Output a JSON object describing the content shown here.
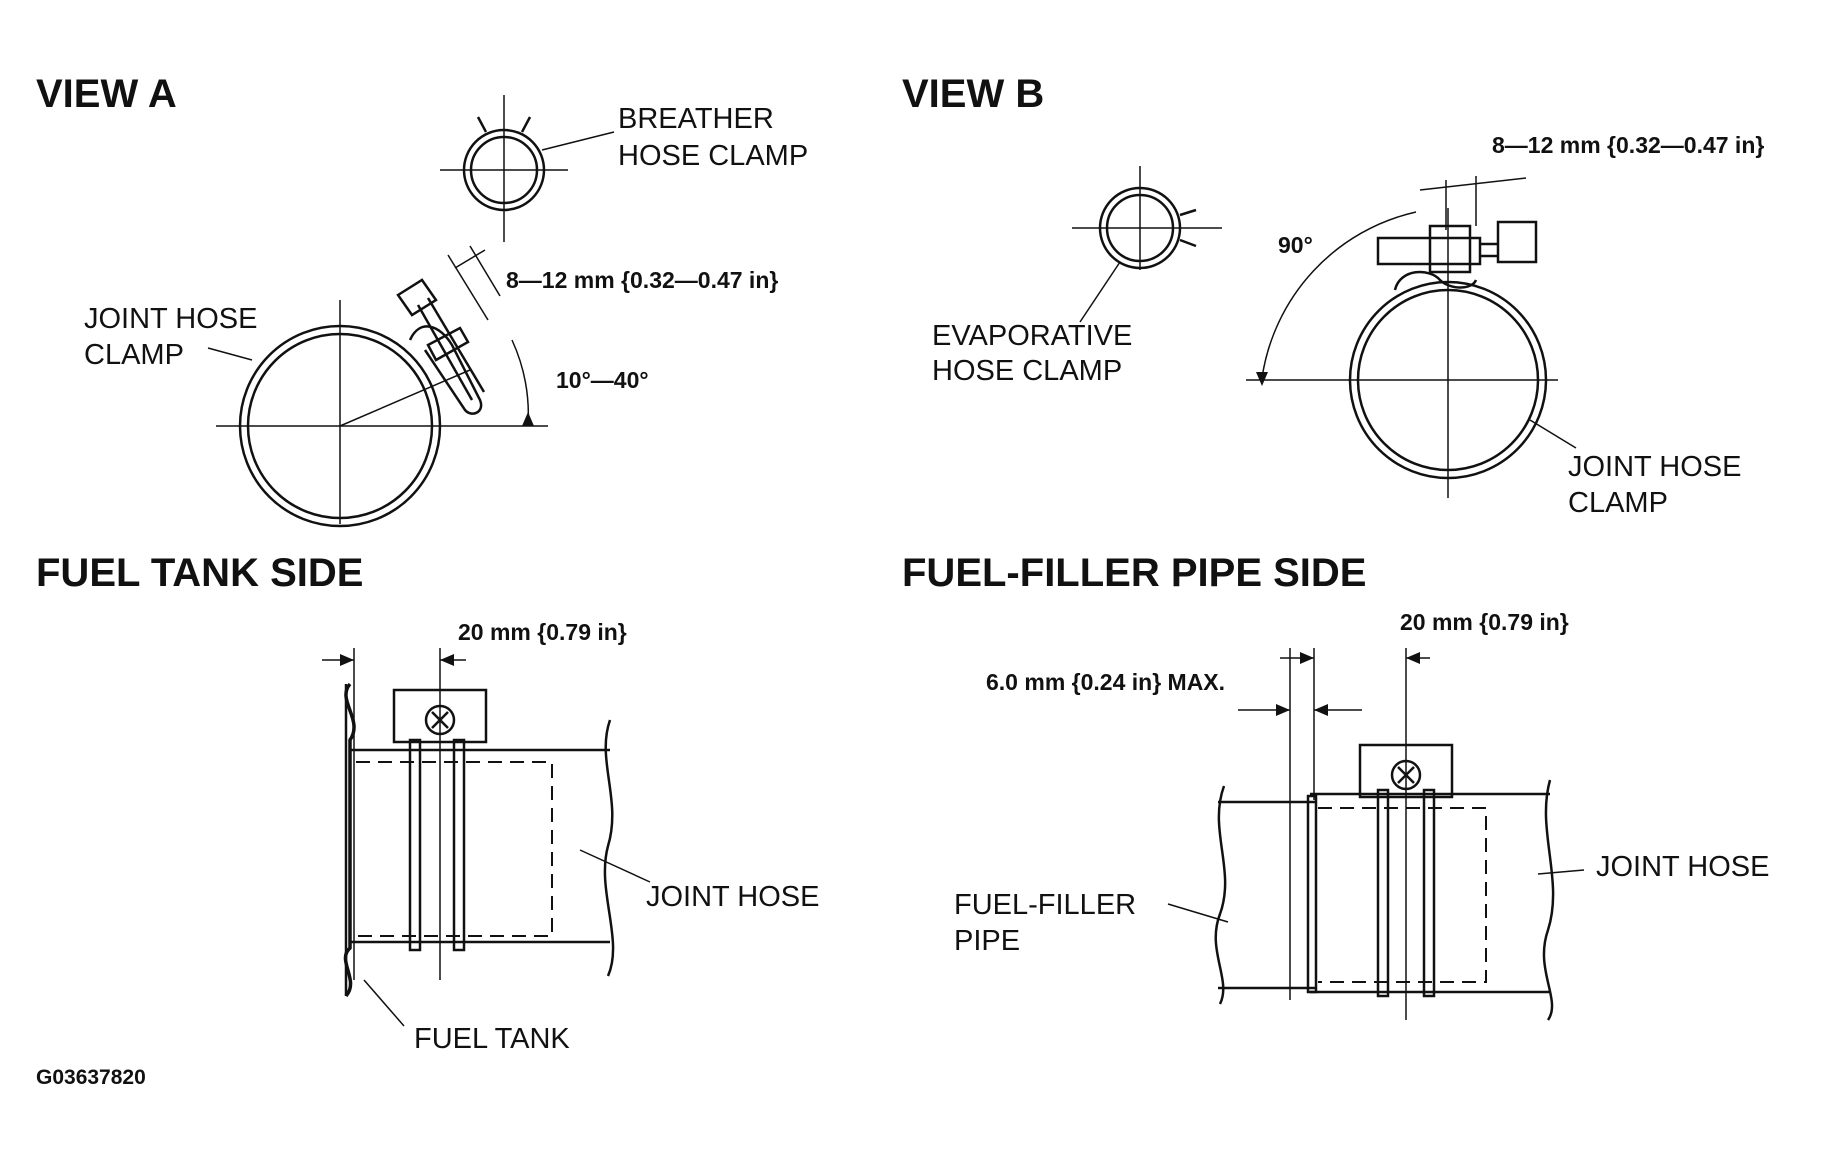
{
  "view_a": {
    "title": "VIEW A",
    "breather_label_1": "BREATHER",
    "breather_label_2": "HOSE CLAMP",
    "joint_label_1": "JOINT HOSE",
    "joint_label_2": "CLAMP",
    "dimension": "8—12 mm {0.32—0.47 in}",
    "angle": "10°—40°"
  },
  "view_b": {
    "title": "VIEW B",
    "evap_label_1": "EVAPORATIVE",
    "evap_label_2": "HOSE CLAMP",
    "joint_label_1": "JOINT HOSE",
    "joint_label_2": "CLAMP",
    "dimension": "8—12 mm {0.32—0.47 in}",
    "angle": "90°"
  },
  "fuel_tank_side": {
    "title": "FUEL TANK SIDE",
    "dimension": "20 mm {0.79 in}",
    "joint_hose_label": "JOINT HOSE",
    "fuel_tank_label": "FUEL TANK"
  },
  "filler_side": {
    "title": "FUEL-FILLER PIPE SIDE",
    "dimension": "20 mm {0.79 in}",
    "max_dimension": "6.0 mm {0.24 in} MAX.",
    "joint_hose_label": "JOINT HOSE",
    "pipe_label_1": "FUEL-FILLER",
    "pipe_label_2": "PIPE"
  },
  "figure_code": "G03637820"
}
